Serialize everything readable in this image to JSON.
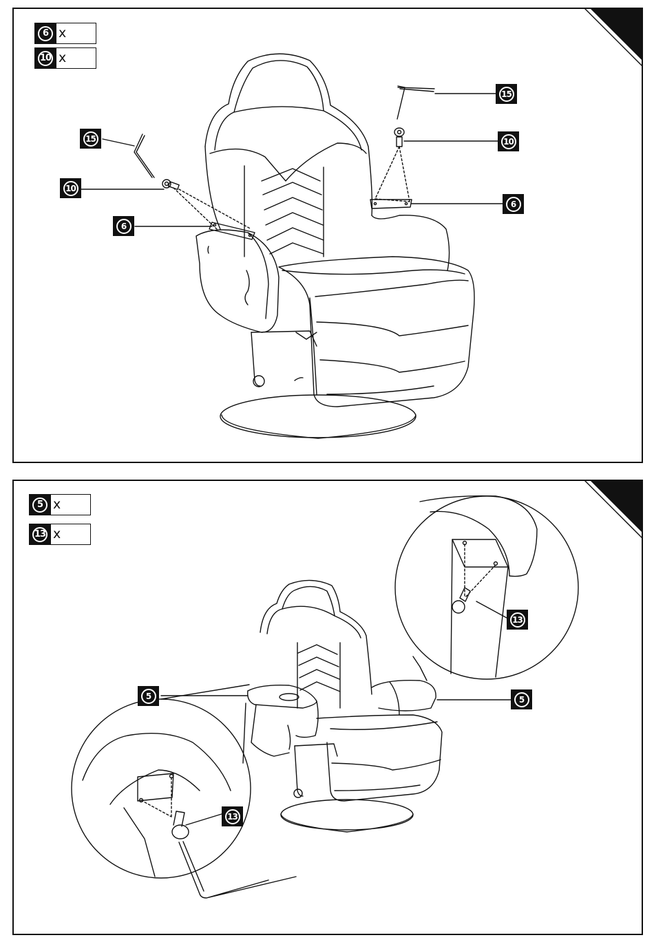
{
  "step_1": {
    "parts_list": [
      {
        "part": "6",
        "qty": "x"
      },
      {
        "part": "10",
        "qty": "x"
      }
    ],
    "callouts": {
      "allen_key_left": "15",
      "bolt_left": "10",
      "bracket_left": "6",
      "allen_key_right": "15",
      "bolt_right": "10",
      "bracket_right": "6"
    }
  },
  "step_2": {
    "parts_list": [
      {
        "part": "5",
        "qty": "x"
      },
      {
        "part": "13",
        "qty": "x"
      }
    ],
    "callouts": {
      "armrest_left": "5",
      "armrest_right": "5",
      "bolt_detail_right": "13",
      "bolt_detail_left": "13"
    }
  },
  "colors": {
    "ink": "#111111",
    "paper": "#ffffff"
  }
}
